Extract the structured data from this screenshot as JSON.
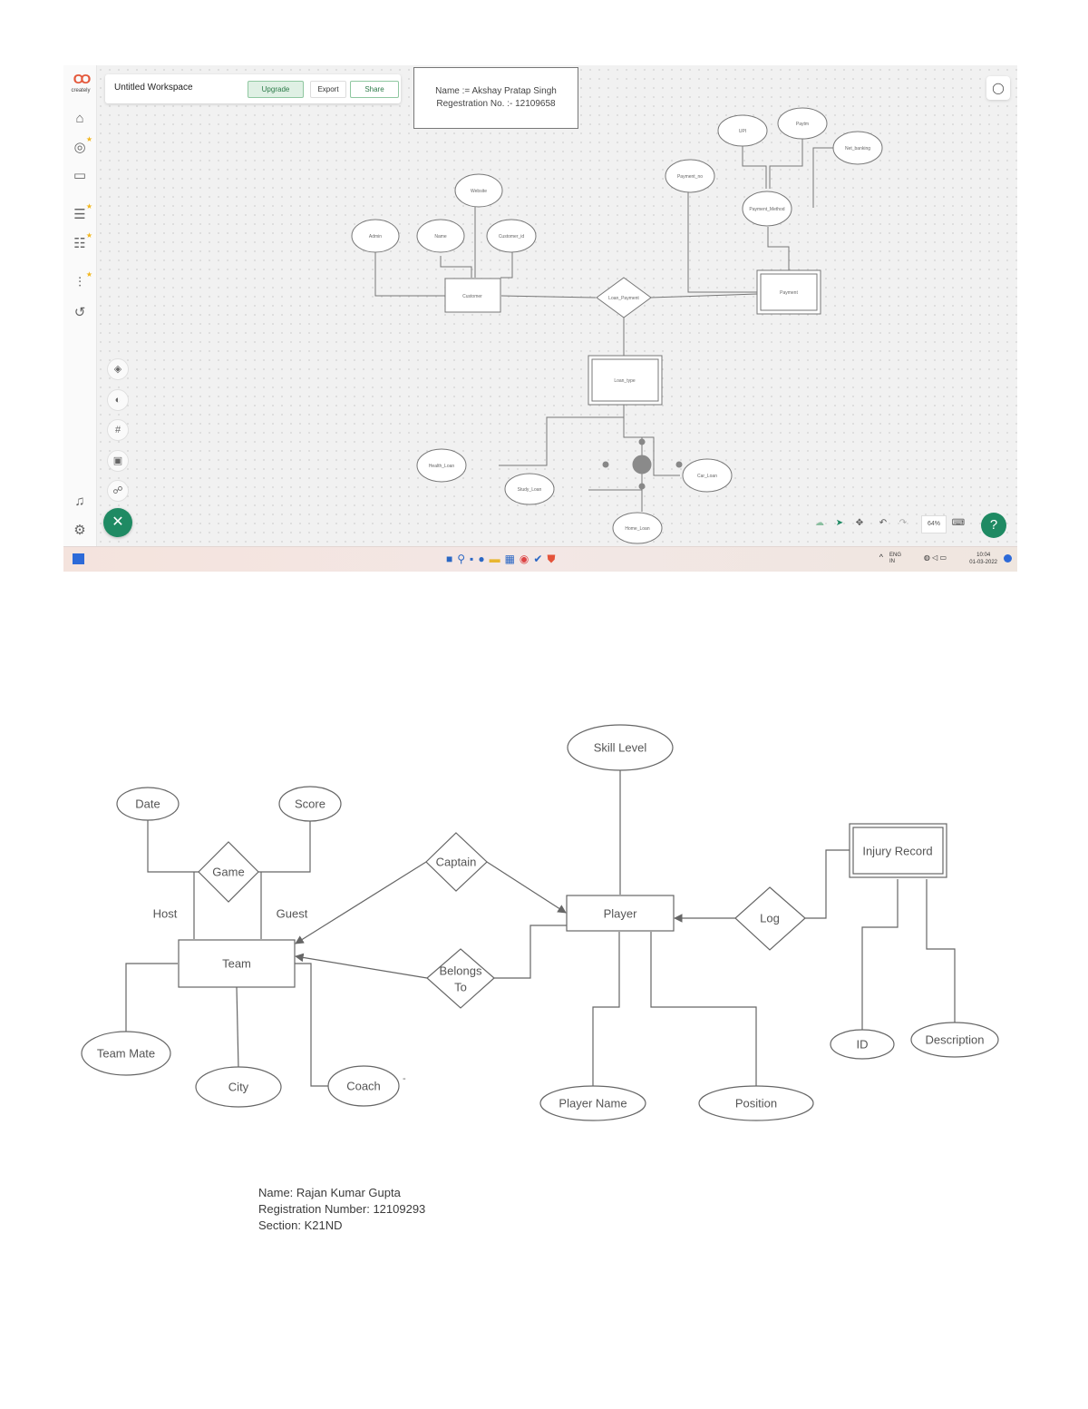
{
  "screenshot": {
    "app_logo_text": "creately",
    "workspace_title": "Untitled Workspace",
    "upgrade_label": "Upgrade",
    "export_label": "Export",
    "share_label": "Share",
    "name_card": {
      "line1": "Name := Akshay Pratap Singh",
      "line2": "Regestration No. :- 12109658"
    },
    "zoom_level": "64%",
    "taskbar": {
      "lang_top": "ENG",
      "lang_bottom": "IN",
      "time": "10:04",
      "date": "01-03-2022"
    },
    "diagram": {
      "entities": {
        "customer": "Customer",
        "payment": "Payment",
        "loan_type": "Loan_type"
      },
      "relationships": {
        "loan_payment": "Loan_Payment"
      },
      "attributes": {
        "admin": "Admin",
        "name": "Name",
        "website": "Website",
        "customer_id": "Customer_id",
        "payment_no": "Payment_no",
        "upi": "UPI",
        "paytm": "Paytm",
        "net_banking": "Net_banking",
        "payment_method": "Payment_Method",
        "health_loan": "Health_Loan",
        "study_loan": "Study_Loan",
        "car_loan": "Car_Loan",
        "home_loan": "Home_Loan"
      }
    }
  },
  "er": {
    "entities": {
      "team": "Team",
      "player": "Player",
      "injury_record": "Injury Record"
    },
    "relationships": {
      "game": "Game",
      "captain": "Captain",
      "belongs_to_1": "Belongs",
      "belongs_to_2": "To",
      "log": "Log"
    },
    "attributes": {
      "date": "Date",
      "score": "Score",
      "team_mate": "Team Mate",
      "city": "City",
      "coach": "Coach",
      "skill_level": "Skill Level",
      "player_name": "Player Name",
      "position": "Position",
      "id": "ID",
      "description": "Description"
    },
    "role_labels": {
      "host": "Host",
      "guest": "Guest"
    }
  },
  "author": {
    "name": "Name: Rajan Kumar Gupta",
    "registration": "Registration Number: 12109293",
    "section": "Section: K21ND"
  }
}
